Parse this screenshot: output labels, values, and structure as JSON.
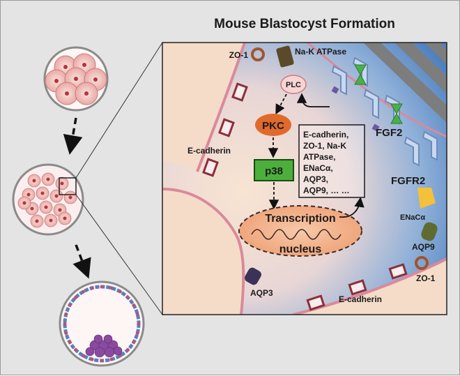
{
  "title": "Mouse Blastocyst Formation",
  "labels": {
    "zo1_top": "ZO-1",
    "na_k_atpase": "Na-K ATPase",
    "plc": "PLC",
    "pkc": "PKC",
    "p38": "p38",
    "e_cadherin_left": "E-cadherin",
    "e_cadherin_bottom": "E-cadherin",
    "fgf2": "FGF2",
    "fgfr2": "FGFR2",
    "enac": "ENaCα",
    "aqp9": "AQP9",
    "aqp3": "AQP3",
    "zo1_bottom": "ZO-1",
    "transcription": "Transcription",
    "nucleus": "nucleus"
  },
  "target_genes": [
    "E-cadherin,",
    "ZO-1, Na-K",
    "ATPase,",
    "ENaCα,",
    "AQP3,",
    "AQP9, … …"
  ],
  "colors": {
    "background": "#e4e4e4",
    "panel_light": "#f4dcc9",
    "panel_blue": "#6c97c8",
    "pkc_orange": "#e06a2c",
    "p38_green": "#4caf3c",
    "membrane_pink": "#d98a9a",
    "cadherin_red": "#8c2e3a",
    "fgf_green": "#49b04a",
    "receptor_blue": "#8fa8d0",
    "enac_yellow": "#f5c03a",
    "aqp_green": "#5f6b30",
    "aqp3_purple": "#3c3157",
    "nucleus_peach": "#f2b48c"
  }
}
